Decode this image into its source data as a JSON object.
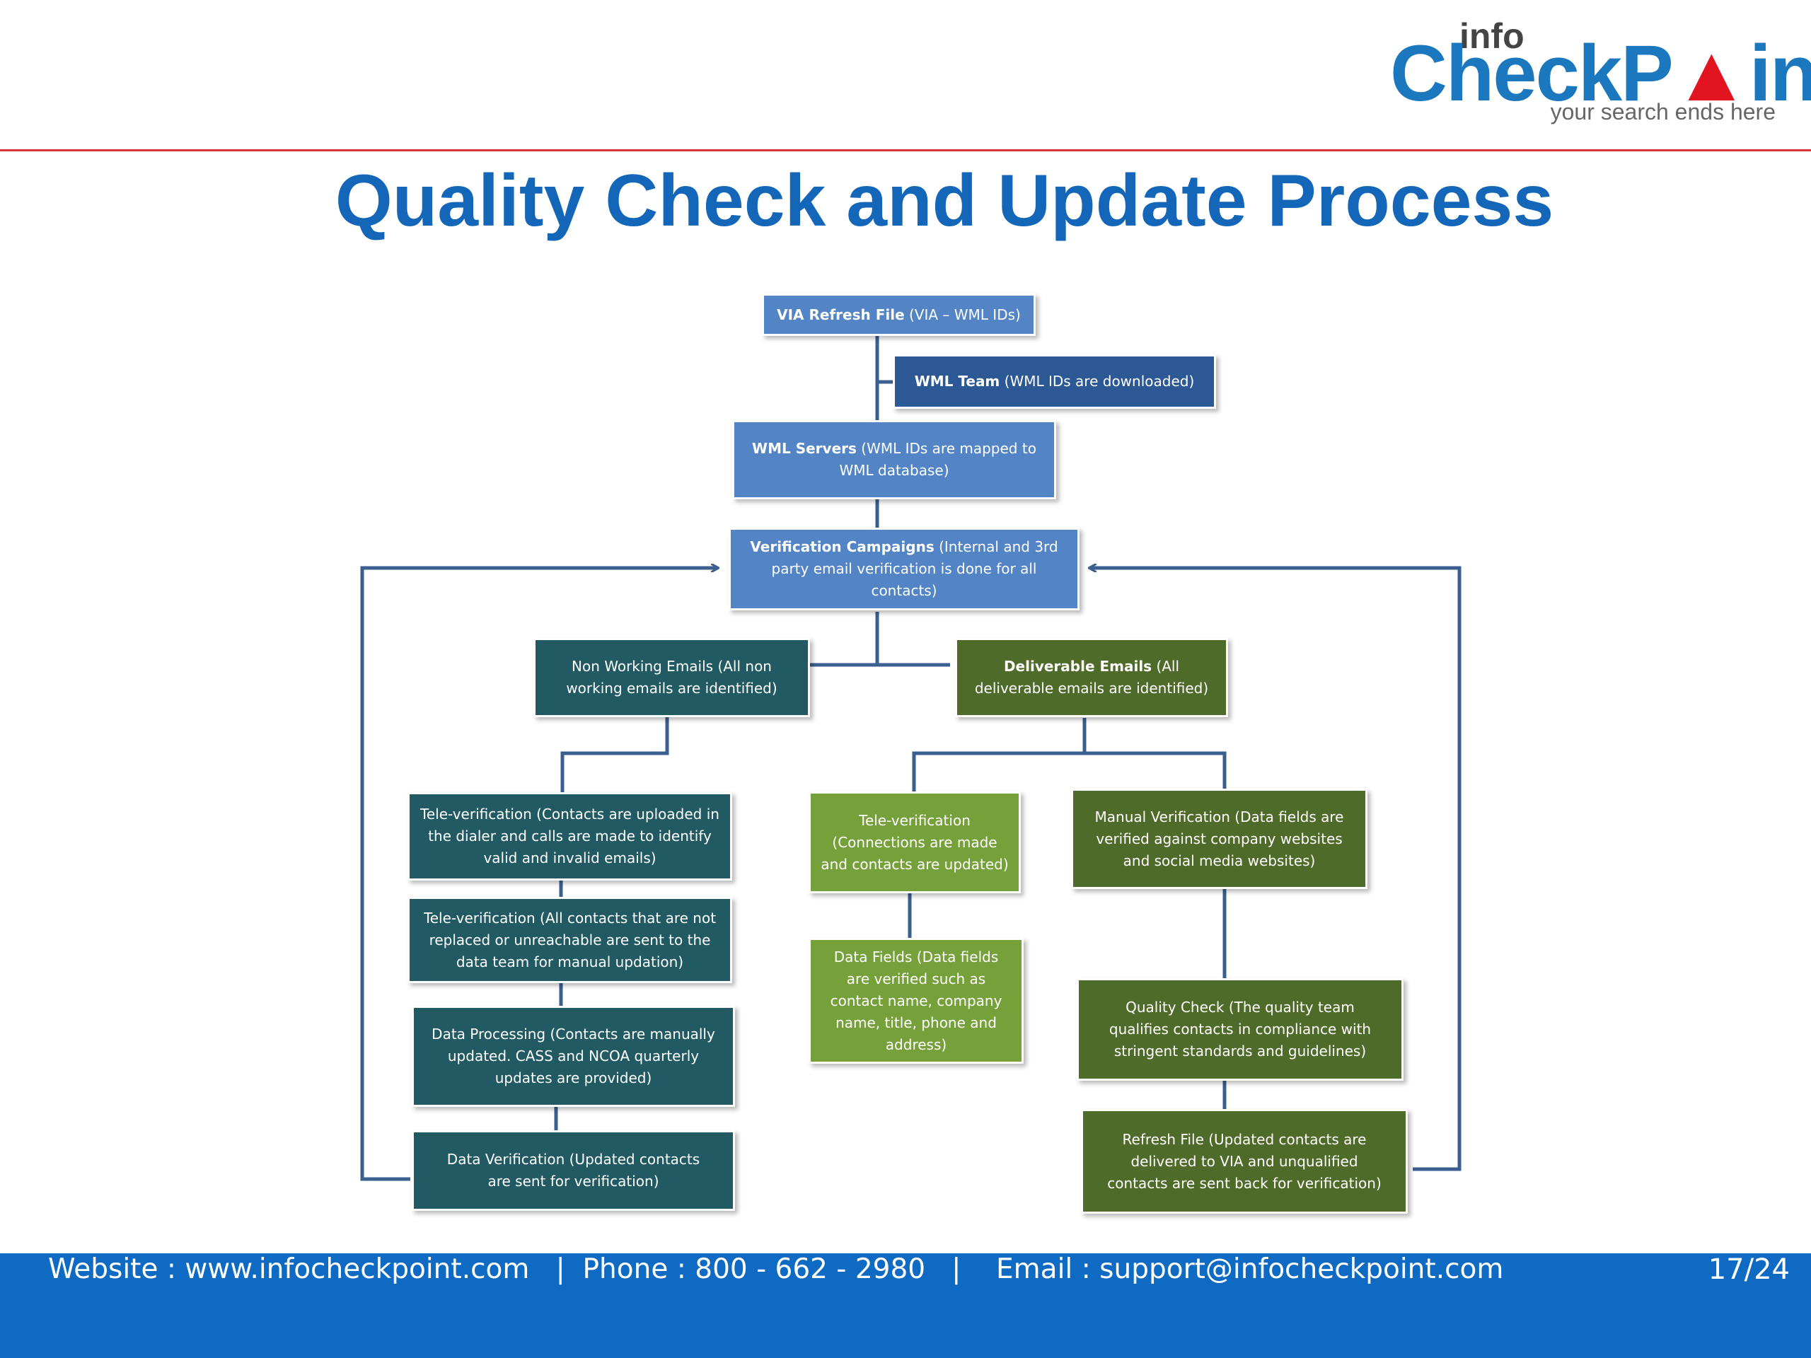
{
  "header": {
    "logo": {
      "prefix": "info",
      "brand_start": "CheckP",
      "brand_pin": "▲",
      "brand_end": "int",
      "tagline": "your search ends here"
    },
    "title": "Quality Check and Update Process"
  },
  "flowchart": {
    "via_refresh": {
      "bold": "VIA Refresh File",
      "text": " (VIA – WML IDs)"
    },
    "wml_team": {
      "bold": "WML Team",
      "text": " (WML IDs are downloaded)"
    },
    "wml_servers": {
      "bold": "WML Servers",
      "text": " (WML IDs are mapped to WML database)"
    },
    "verification_campaigns": {
      "bold": "Verification Campaigns",
      "text": " (Internal and 3rd party email verification is done for all contacts)"
    },
    "non_working_emails": "Non Working Emails (All non working emails are identified)",
    "deliverable_emails": {
      "bold": "Deliverable Emails",
      "text": " (All deliverable emails are identified)"
    },
    "tele_verification_1": "Tele-verification (Contacts are uploaded in the dialer and calls are made to identify valid and invalid emails)",
    "tele_verification_2": "Tele-verification (All contacts that are not replaced or unreachable are sent to the data team for manual updation)",
    "data_processing": "Data Processing (Contacts are manually updated. CASS and NCOA quarterly updates are provided)",
    "data_verification": "Data Verification (Updated contacts are sent for verification)",
    "tele_verification_3": "Tele-verification (Connections are made and contacts are updated)",
    "data_fields": "Data Fields (Data fields are verified such as contact name, company name, title, phone and address)",
    "manual_verification": "Manual Verification (Data fields are verified against company websites and social media websites)",
    "quality_check": "Quality Check (The quality team qualifies contacts in compliance with stringent standards and guidelines)",
    "refresh_file": "Refresh File (Updated contacts are delivered to VIA and unqualified contacts are sent back for verification)",
    "colors": {
      "light_blue": "#5284c6",
      "navy": "#2d5896",
      "teal": "#215a63",
      "olive": "#4f6b2a",
      "lime": "#76a03a",
      "connector": "#3b5f8f"
    }
  },
  "footer": {
    "contact": "Website : www.infocheckpoint.com   |  Phone : 800 - 662 - 2980   |    Email : support@infocheckpoint.com",
    "page": "17/24"
  }
}
